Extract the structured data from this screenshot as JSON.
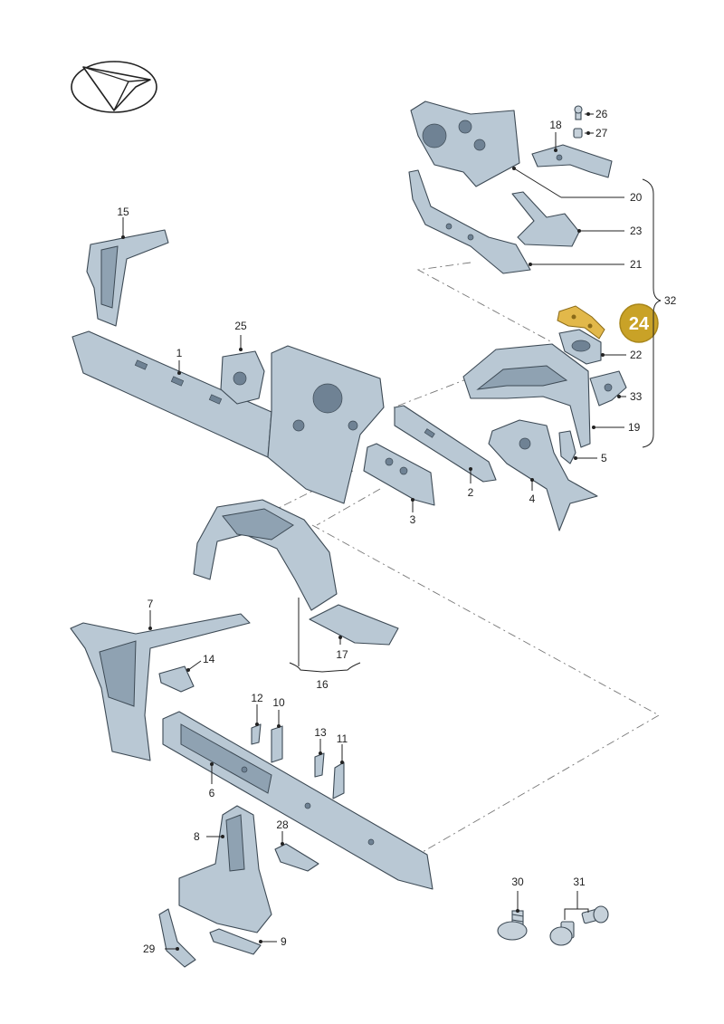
{
  "highlight": {
    "label": "24",
    "color": "#c9a227"
  },
  "callouts": {
    "c1": "1",
    "c2": "2",
    "c3": "3",
    "c4": "4",
    "c5": "5",
    "c6": "6",
    "c7": "7",
    "c8": "8",
    "c9": "9",
    "c10": "10",
    "c11": "11",
    "c12": "12",
    "c13": "13",
    "c14": "14",
    "c15": "15",
    "c16": "16",
    "c17": "17",
    "c18": "18",
    "c19": "19",
    "c20": "20",
    "c21": "21",
    "c22": "22",
    "c23": "23",
    "c25": "25",
    "c26": "26",
    "c27": "27",
    "c28": "28",
    "c29": "29",
    "c30": "30",
    "c31": "31",
    "c32": "32",
    "c33": "33"
  },
  "icons": {
    "logo": "paper-plane-logo-icon"
  }
}
